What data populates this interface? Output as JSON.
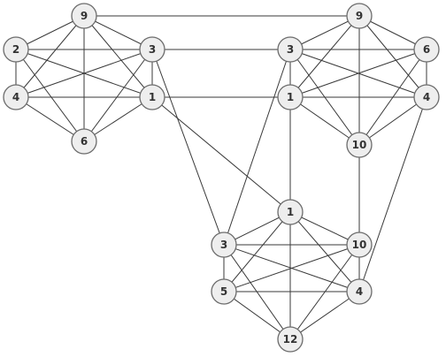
{
  "nodes": [
    {
      "id": "L9",
      "label": "9"
    },
    {
      "id": "L2",
      "label": "2"
    },
    {
      "id": "L3",
      "label": "3"
    },
    {
      "id": "L4",
      "label": "4"
    },
    {
      "id": "L1",
      "label": "1"
    },
    {
      "id": "L6",
      "label": "6"
    },
    {
      "id": "R9",
      "label": "9"
    },
    {
      "id": "R3",
      "label": "3"
    },
    {
      "id": "R6",
      "label": "6"
    },
    {
      "id": "R1",
      "label": "1"
    },
    {
      "id": "R4",
      "label": "4"
    },
    {
      "id": "R10",
      "label": "10"
    },
    {
      "id": "B1",
      "label": "1"
    },
    {
      "id": "B3",
      "label": "3"
    },
    {
      "id": "B10",
      "label": "10"
    },
    {
      "id": "B5",
      "label": "5"
    },
    {
      "id": "B4",
      "label": "4"
    },
    {
      "id": "B12",
      "label": "12"
    }
  ],
  "edges": [
    [
      "L9",
      "L2"
    ],
    [
      "L9",
      "L3"
    ],
    [
      "L9",
      "L4"
    ],
    [
      "L9",
      "L1"
    ],
    [
      "L9",
      "L6"
    ],
    [
      "L2",
      "L3"
    ],
    [
      "L2",
      "L4"
    ],
    [
      "L2",
      "L1"
    ],
    [
      "L2",
      "L6"
    ],
    [
      "L3",
      "L4"
    ],
    [
      "L3",
      "L1"
    ],
    [
      "L3",
      "L6"
    ],
    [
      "L4",
      "L1"
    ],
    [
      "L4",
      "L6"
    ],
    [
      "L1",
      "L6"
    ],
    [
      "R9",
      "R3"
    ],
    [
      "R9",
      "R6"
    ],
    [
      "R9",
      "R1"
    ],
    [
      "R9",
      "R4"
    ],
    [
      "R9",
      "R10"
    ],
    [
      "R3",
      "R6"
    ],
    [
      "R3",
      "R1"
    ],
    [
      "R3",
      "R4"
    ],
    [
      "R3",
      "R10"
    ],
    [
      "R6",
      "R1"
    ],
    [
      "R6",
      "R4"
    ],
    [
      "R6",
      "R10"
    ],
    [
      "R1",
      "R4"
    ],
    [
      "R1",
      "R10"
    ],
    [
      "R4",
      "R10"
    ],
    [
      "B1",
      "B3"
    ],
    [
      "B1",
      "B10"
    ],
    [
      "B1",
      "B5"
    ],
    [
      "B1",
      "B4"
    ],
    [
      "B1",
      "B12"
    ],
    [
      "B3",
      "B10"
    ],
    [
      "B3",
      "B5"
    ],
    [
      "B3",
      "B4"
    ],
    [
      "B3",
      "B12"
    ],
    [
      "B10",
      "B5"
    ],
    [
      "B10",
      "B4"
    ],
    [
      "B10",
      "B12"
    ],
    [
      "B5",
      "B4"
    ],
    [
      "B5",
      "B12"
    ],
    [
      "B4",
      "B12"
    ],
    [
      "L9",
      "R9"
    ],
    [
      "L3",
      "R3"
    ],
    [
      "L1",
      "R1"
    ],
    [
      "L3",
      "B3"
    ],
    [
      "L1",
      "B1"
    ],
    [
      "R3",
      "B3"
    ],
    [
      "R1",
      "B1"
    ],
    [
      "R10",
      "B10"
    ],
    [
      "R4",
      "B4"
    ]
  ]
}
